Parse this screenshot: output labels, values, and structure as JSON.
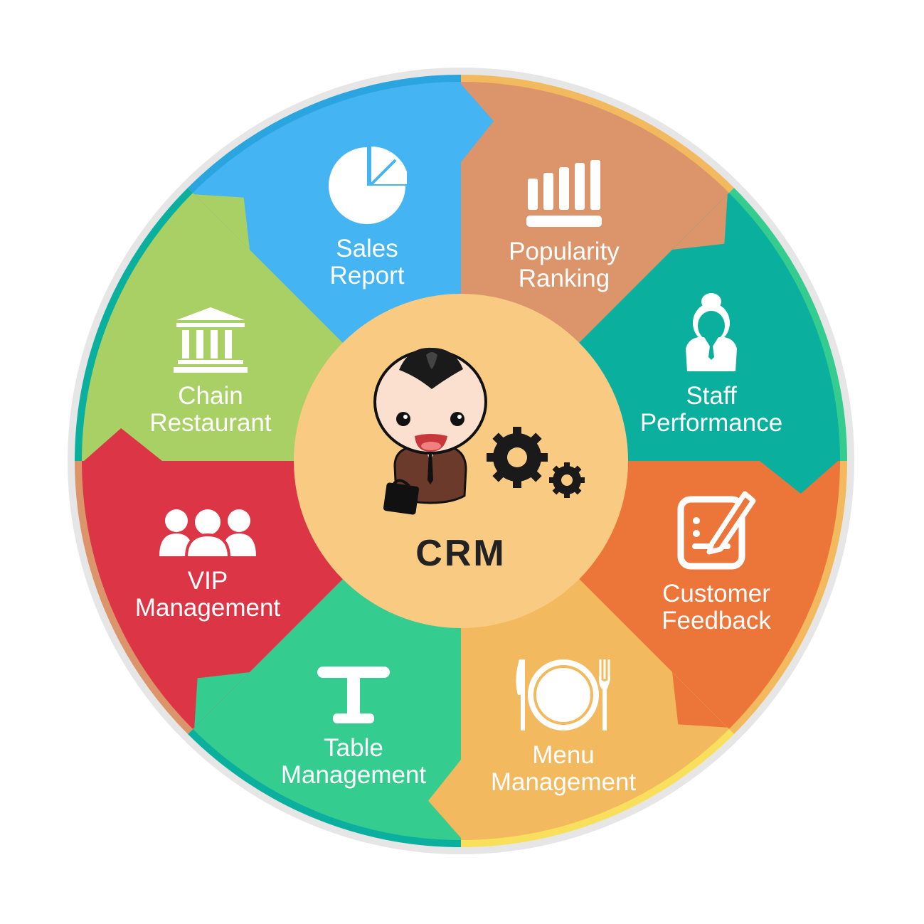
{
  "center": {
    "title": "CRM",
    "color": "#f9cb82"
  },
  "ring_color": "#e6e6e6",
  "segments": [
    {
      "id": "sales-report",
      "lines": [
        "Sales",
        "Report"
      ],
      "icon": "pie-chart-icon",
      "color": "#45b4f2",
      "rim": "#2aa5e0"
    },
    {
      "id": "popularity-ranking",
      "lines": [
        "Popularity",
        "Ranking"
      ],
      "icon": "bar-chart-icon",
      "color": "#dc946a",
      "rim": "#f2b95e"
    },
    {
      "id": "staff-performance",
      "lines": [
        "Staff",
        "Performance"
      ],
      "icon": "staff-person-icon",
      "color": "#0baf9e",
      "rim": "#34cc8f"
    },
    {
      "id": "customer-feedback",
      "lines": [
        "Customer",
        "Feedback"
      ],
      "icon": "edit-note-icon",
      "color": "#ec763a",
      "rim": "#f2b95e"
    },
    {
      "id": "menu-management",
      "lines": [
        "Menu",
        "Management"
      ],
      "icon": "plate-cutlery-icon",
      "color": "#f2b95e",
      "rim": "#f8e05c"
    },
    {
      "id": "table-management",
      "lines": [
        "Table",
        "Management"
      ],
      "icon": "table-icon",
      "color": "#34cc8f",
      "rim": "#0baf9e"
    },
    {
      "id": "vip-management",
      "lines": [
        "VIP",
        "Management"
      ],
      "icon": "group-users-icon",
      "color": "#dc3545",
      "rim": "#dc946a"
    },
    {
      "id": "chain-restaurant",
      "lines": [
        "Chain",
        "Restaurant"
      ],
      "icon": "bank-building-icon",
      "color": "#a8d064",
      "rim": "#0baf9e"
    }
  ]
}
